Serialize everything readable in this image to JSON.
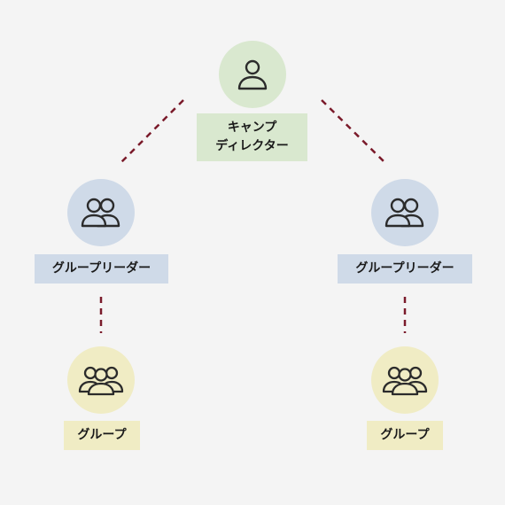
{
  "colors": {
    "background": "#f4f4f4",
    "director": "#d9e8cf",
    "leader": "#cfdae8",
    "group": "#f0ecc4",
    "connector": "#7a1a2a",
    "icon_stroke": "#2b2b2b"
  },
  "nodes": {
    "director": {
      "label": "キャンプ\nディレクター",
      "icon": "person-icon"
    },
    "leader_left": {
      "label": "グループリーダー",
      "icon": "two-people-icon"
    },
    "leader_right": {
      "label": "グループリーダー",
      "icon": "two-people-icon"
    },
    "group_left": {
      "label": "グループ",
      "icon": "three-people-icon"
    },
    "group_right": {
      "label": "グループ",
      "icon": "three-people-icon"
    }
  }
}
